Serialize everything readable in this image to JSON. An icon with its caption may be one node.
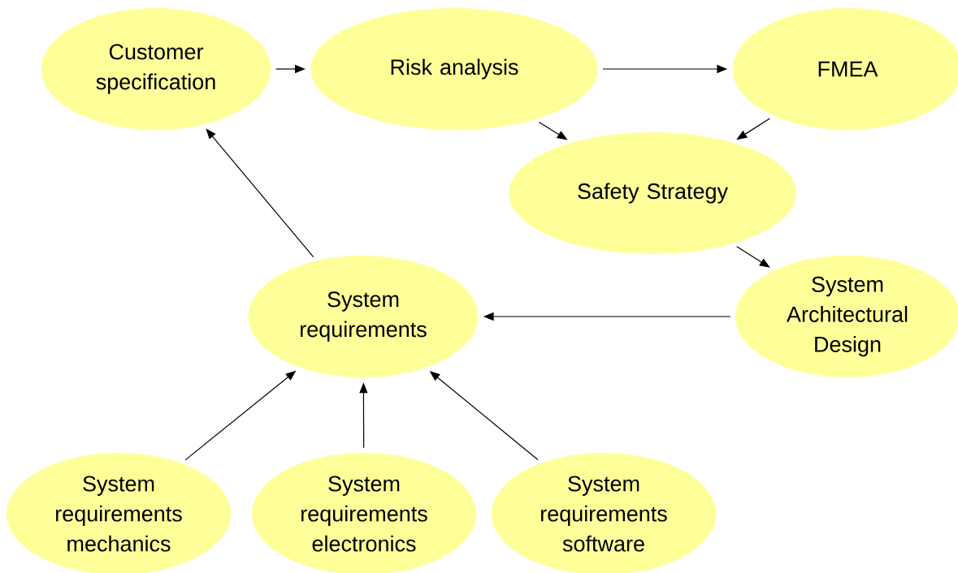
{
  "diagram": {
    "nodes": [
      {
        "text": [
          "Customer specification"
        ]
      },
      {
        "text": [
          "Risk analysis"
        ]
      },
      {
        "text": [
          "FMEA"
        ]
      },
      {
        "text": [
          "Safety Strategy"
        ]
      },
      {
        "text": [
          "System Architectural Design"
        ]
      },
      {
        "text": [
          "System requirements"
        ]
      },
      {
        "text": [
          "System requirements mechanics"
        ]
      },
      {
        "text": [
          "System requirements electronics"
        ]
      },
      {
        "text": [
          "System requirements software"
        ]
      }
    ],
    "edges": [
      {
        "from": 0,
        "to": 1,
        "arrow": "to"
      },
      {
        "from": 1,
        "to": 2,
        "arrow": "to"
      },
      {
        "from": 1,
        "to": 3,
        "arrow": "to"
      },
      {
        "from": 2,
        "to": 3,
        "arrow": "to"
      },
      {
        "from": 3,
        "to": 4,
        "arrow": "to"
      },
      {
        "from": 4,
        "to": 5,
        "arrow": "to"
      },
      {
        "from": 5,
        "to": 0,
        "arrow": "to"
      },
      {
        "from": 6,
        "to": 5,
        "arrow": "to"
      },
      {
        "from": 7,
        "to": 5,
        "arrow": "to"
      },
      {
        "from": 8,
        "to": 5,
        "arrow": "to"
      }
    ]
  }
}
